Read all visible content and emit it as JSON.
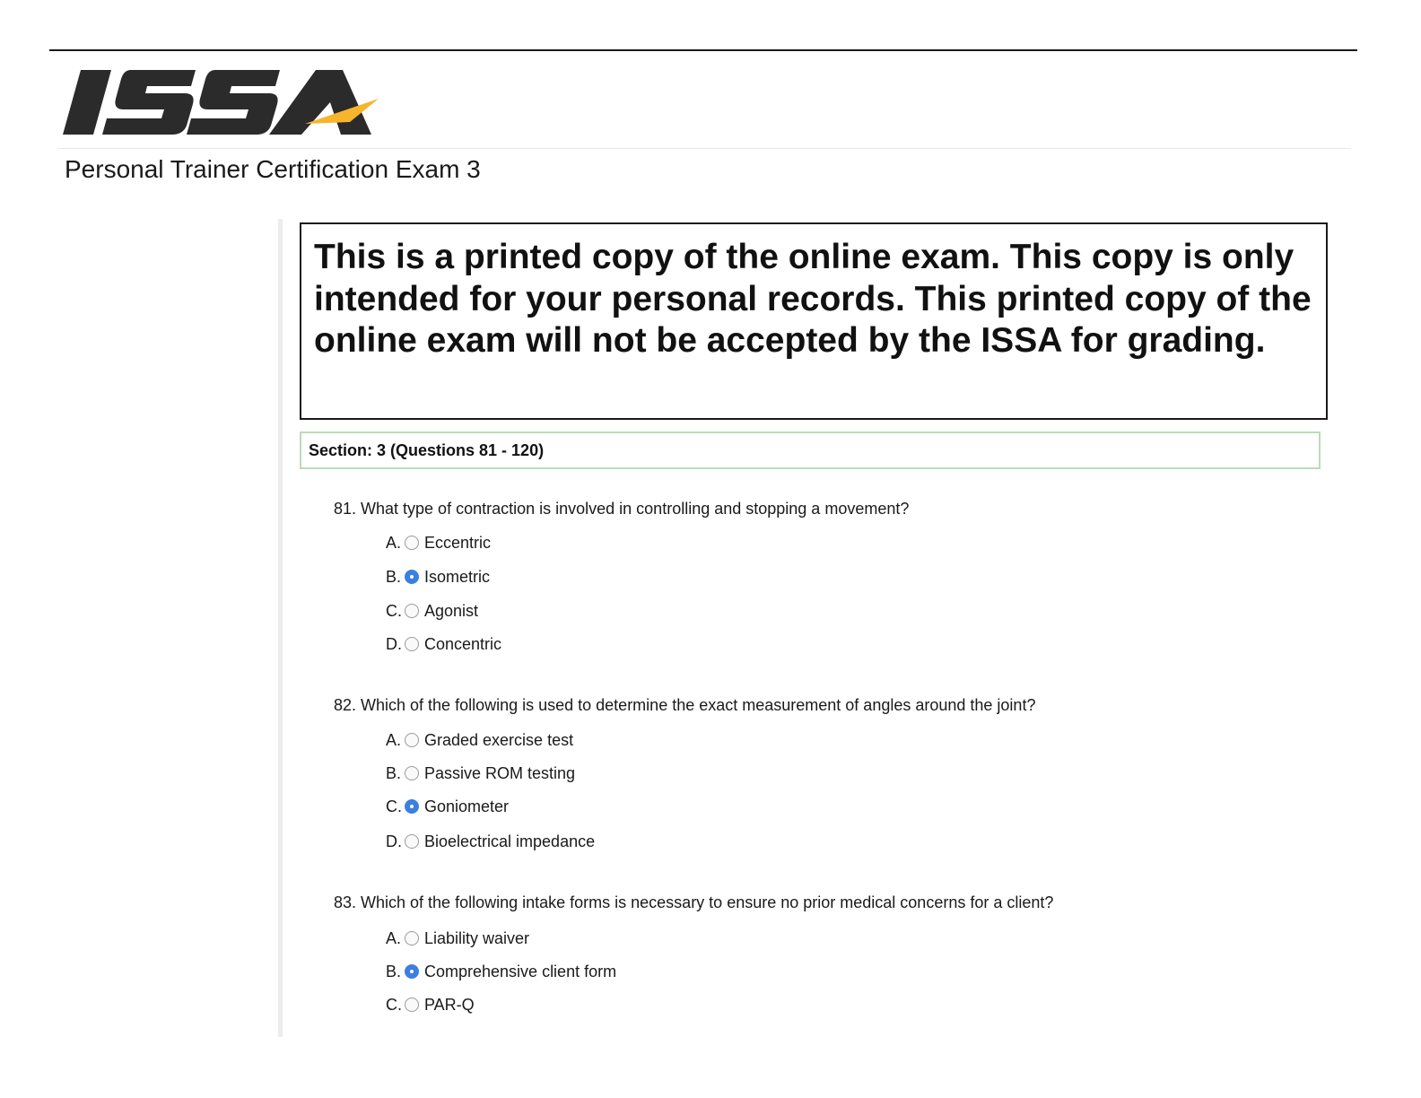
{
  "header": {
    "logo_text": "ISSA",
    "exam_title": "Personal Trainer Certification Exam 3"
  },
  "colors": {
    "logo_dark": "#2b2b2b",
    "logo_accent": "#f7b52c",
    "section_border": "#b9dcb9",
    "radio_selected": "#3b7fe0"
  },
  "notice": {
    "text": "This is a printed copy of the online exam. This copy is only intended for your personal records. This printed copy of the online exam will not be accepted by the ISSA for grading."
  },
  "section": {
    "label": "Section: 3 (Questions 81 - 120)"
  },
  "questions": [
    {
      "text": "81. What type of contraction is involved in controlling and stopping a movement?",
      "options": [
        {
          "letter": "A.",
          "label": "Eccentric",
          "selected": false
        },
        {
          "letter": "B.",
          "label": "Isometric",
          "selected": true
        },
        {
          "letter": "C.",
          "label": "Agonist",
          "selected": false
        },
        {
          "letter": "D.",
          "label": "Concentric",
          "selected": false
        }
      ]
    },
    {
      "text": "82. Which of the following is used to determine the exact measurement of angles around the joint?",
      "options": [
        {
          "letter": "A.",
          "label": "Graded exercise test",
          "selected": false
        },
        {
          "letter": "B.",
          "label": "Passive ROM testing",
          "selected": false
        },
        {
          "letter": "C.",
          "label": "Goniometer",
          "selected": true
        },
        {
          "letter": "D.",
          "label": "Bioelectrical impedance",
          "selected": false
        }
      ]
    },
    {
      "text": "83. Which of the following intake forms is necessary to ensure no prior medical concerns for a client?",
      "options": [
        {
          "letter": "A.",
          "label": "Liability waiver",
          "selected": false
        },
        {
          "letter": "B.",
          "label": "Comprehensive client form",
          "selected": true
        },
        {
          "letter": "C.",
          "label": "PAR-Q",
          "selected": false
        }
      ]
    }
  ]
}
